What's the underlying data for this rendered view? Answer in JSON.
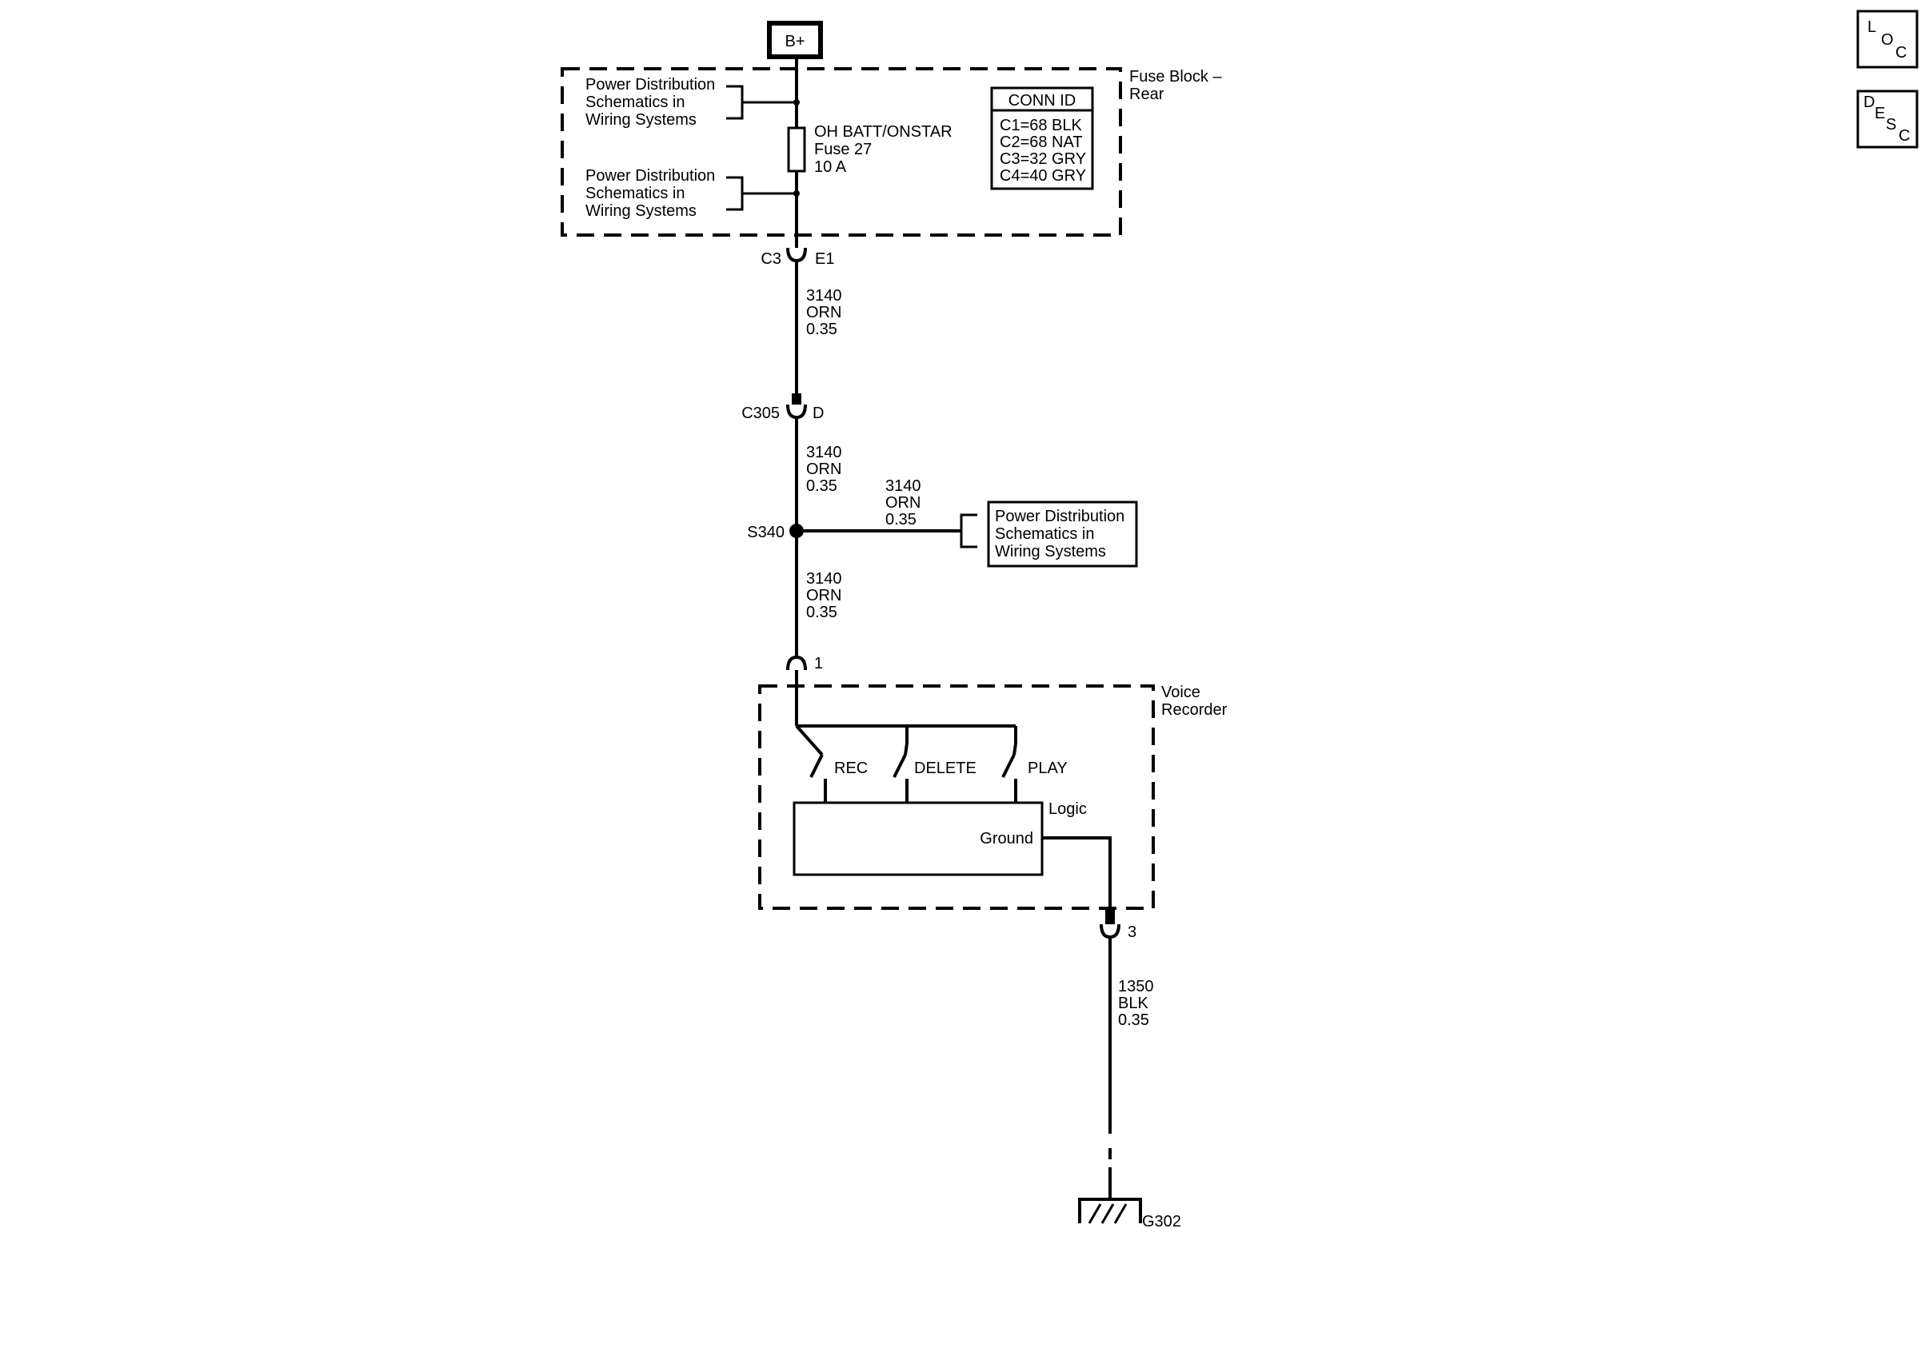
{
  "battery": {
    "label": "B+"
  },
  "fuse_block": {
    "name": "Fuse Block –",
    "name2": "Rear",
    "fuse_name": "OH BATT/ONSTAR",
    "fuse_number": "Fuse 27",
    "fuse_rating": "10 A",
    "conn_id": {
      "title": "CONN ID",
      "rows": [
        "C1=68 BLK",
        "C2=68 NAT",
        "C3=32 GRY",
        "C4=40 GRY"
      ]
    },
    "ref1": [
      "Power Distribution",
      "Schematics in",
      "Wiring Systems"
    ],
    "ref2": [
      "Power Distribution",
      "Schematics in",
      "Wiring Systems"
    ]
  },
  "connectors": {
    "c3": {
      "name": "C3",
      "pin": "E1"
    },
    "c305": {
      "name": "C305",
      "pin": "D"
    },
    "vr_pin1": {
      "pin": "1"
    },
    "vr_pin3": {
      "pin": "3"
    }
  },
  "wires": {
    "w1": {
      "circuit": "3140",
      "color": "ORN",
      "size": "0.35"
    },
    "w2": {
      "circuit": "3140",
      "color": "ORN",
      "size": "0.35"
    },
    "w3": {
      "circuit": "3140",
      "color": "ORN",
      "size": "0.35"
    },
    "w4": {
      "circuit": "3140",
      "color": "ORN",
      "size": "0.35"
    },
    "w5": {
      "circuit": "1350",
      "color": "BLK",
      "size": "0.35"
    }
  },
  "splice": {
    "name": "S340"
  },
  "ref3": [
    "Power Distribution",
    "Schematics in",
    "Wiring Systems"
  ],
  "voice_recorder": {
    "name": "Voice",
    "name2": "Recorder",
    "switches": [
      "REC",
      "DELETE",
      "PLAY"
    ],
    "logic": "Logic",
    "ground": "Ground"
  },
  "ground": {
    "name": "G302"
  },
  "side_buttons": {
    "loc": {
      "l1": "L",
      "l2": "O",
      "l3": "C"
    },
    "desc": {
      "l1": "D",
      "l2": "E",
      "l3": "S",
      "l4": "C"
    }
  }
}
